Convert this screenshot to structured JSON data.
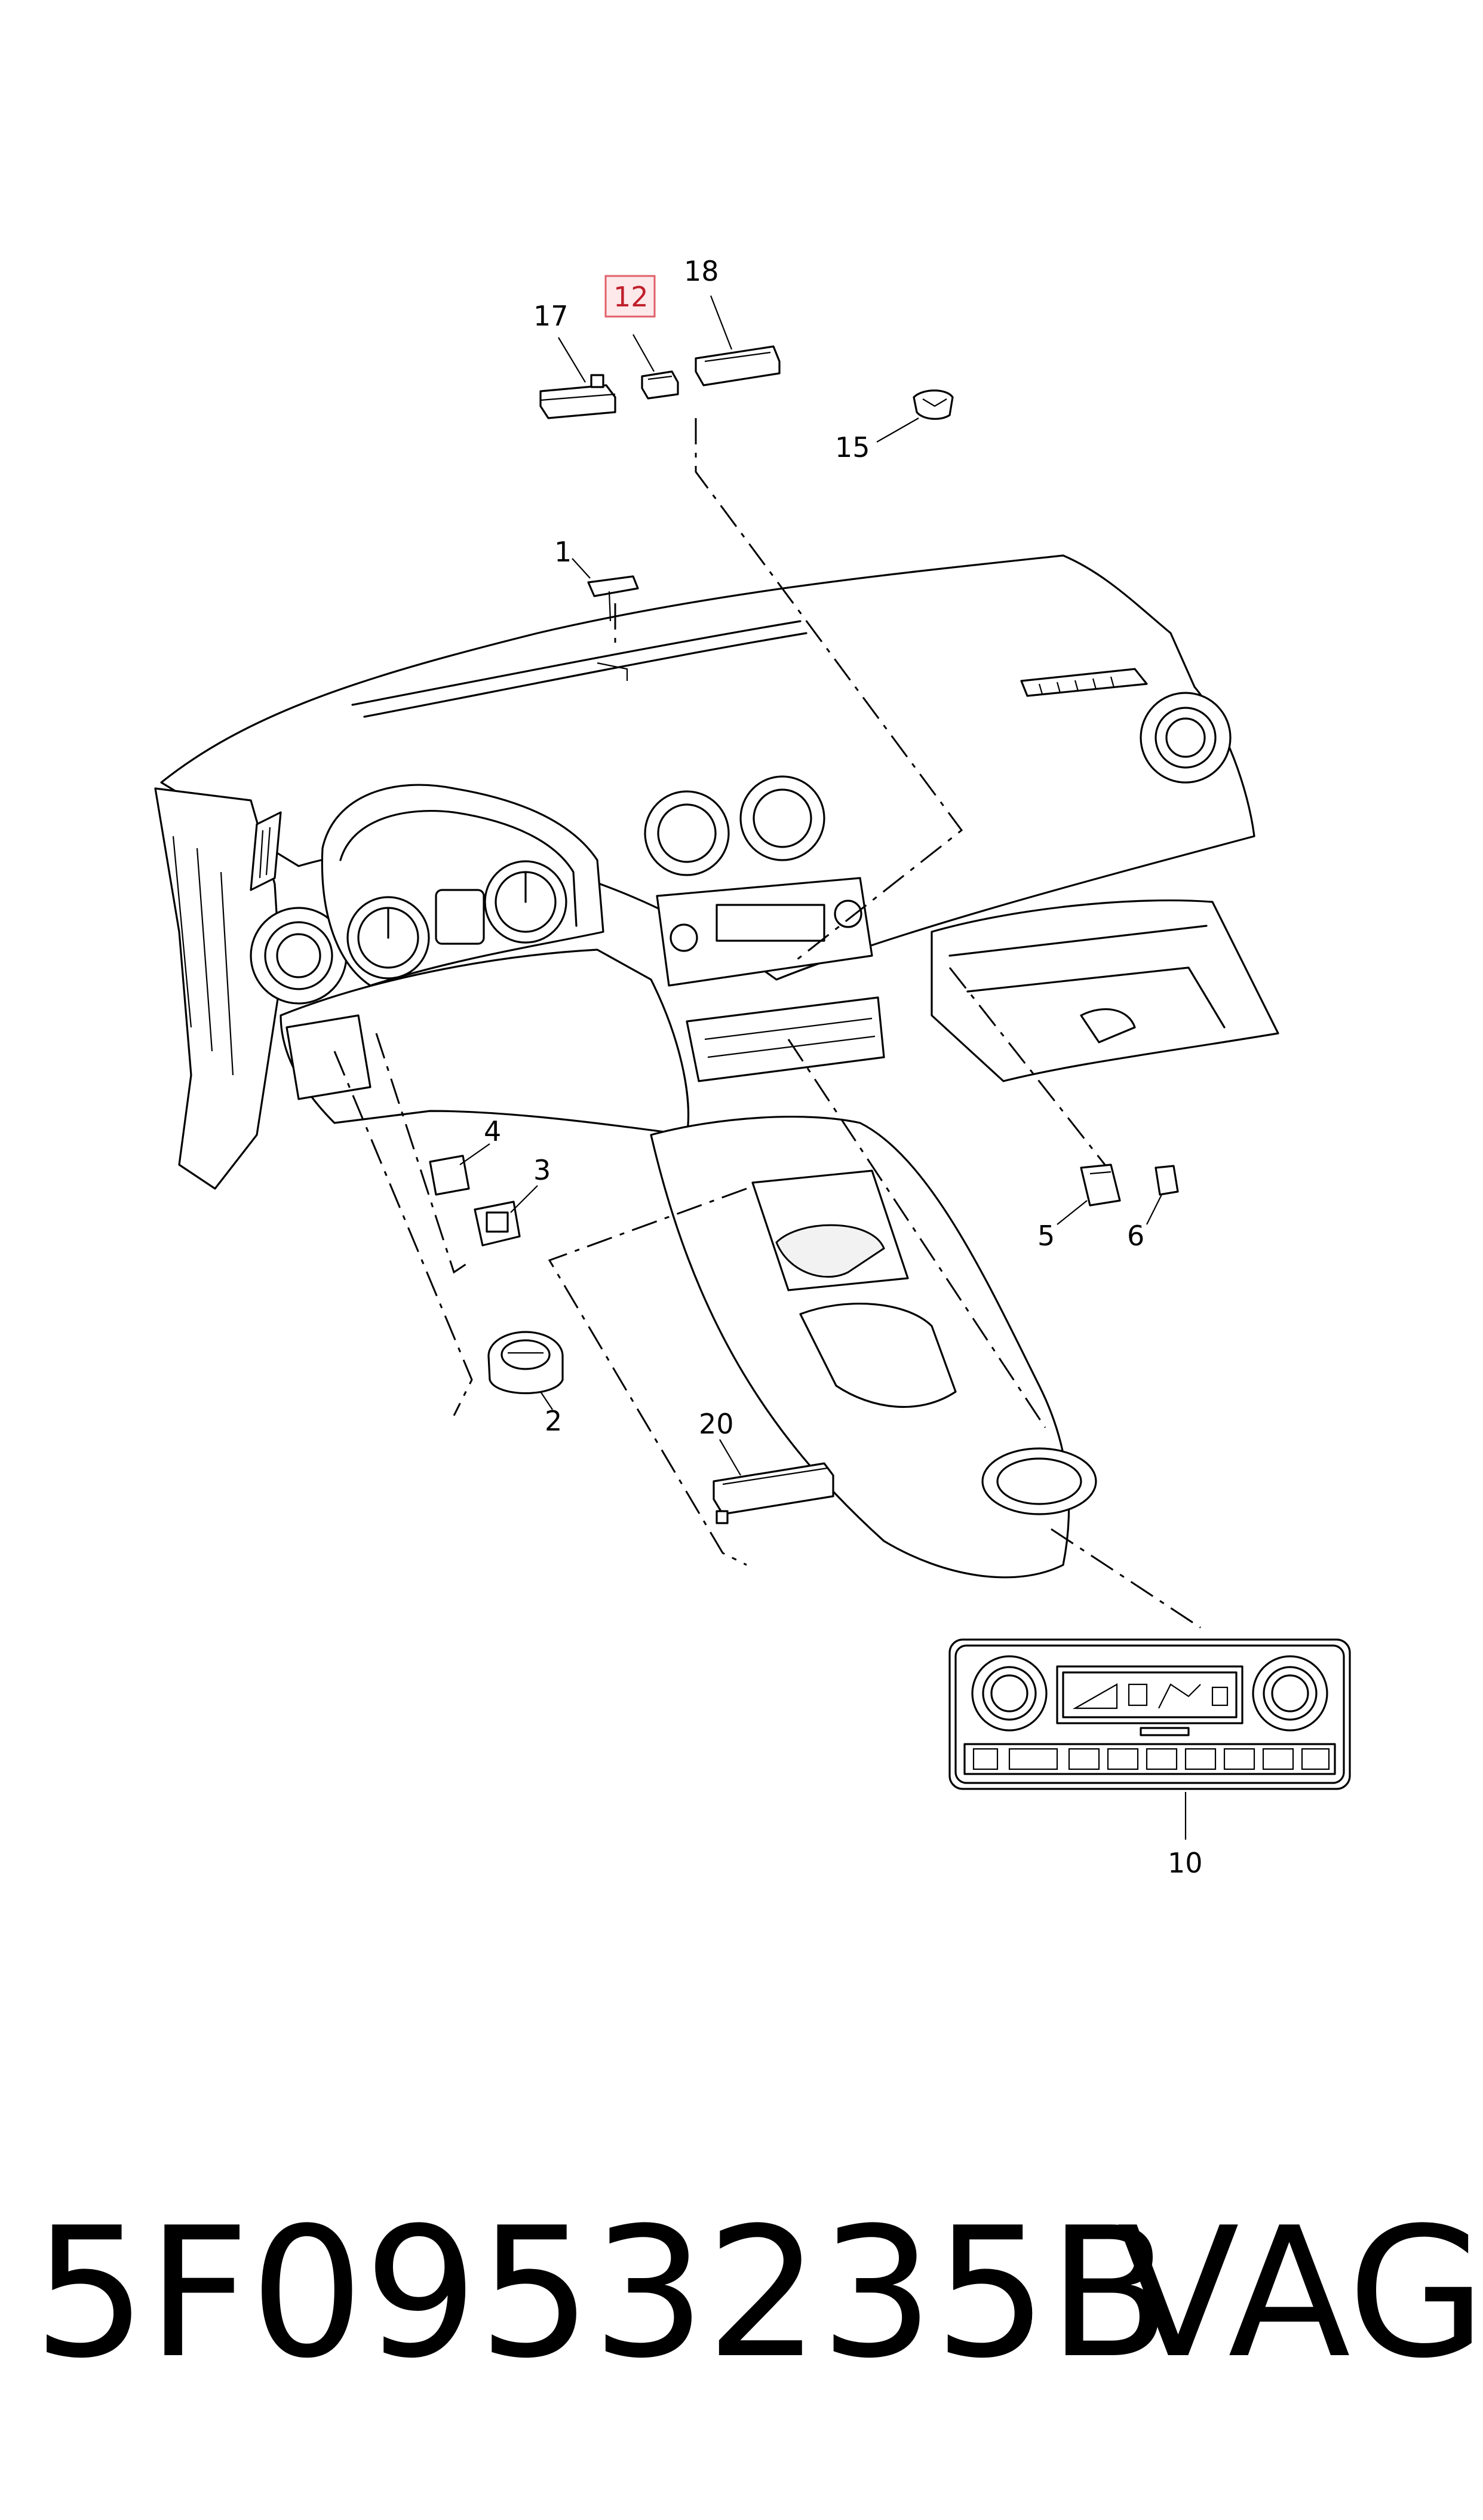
{
  "callouts": {
    "c1": "1",
    "c2": "2",
    "c3": "3",
    "c4": "4",
    "c5": "5",
    "c6": "6",
    "c10": "10",
    "c12": "12",
    "c15": "15",
    "c17": "17",
    "c18": "18",
    "c20": "20"
  },
  "highlight_color": "#c0202b",
  "footer": {
    "part_number": "5F0953235B",
    "brand": "VAG"
  }
}
